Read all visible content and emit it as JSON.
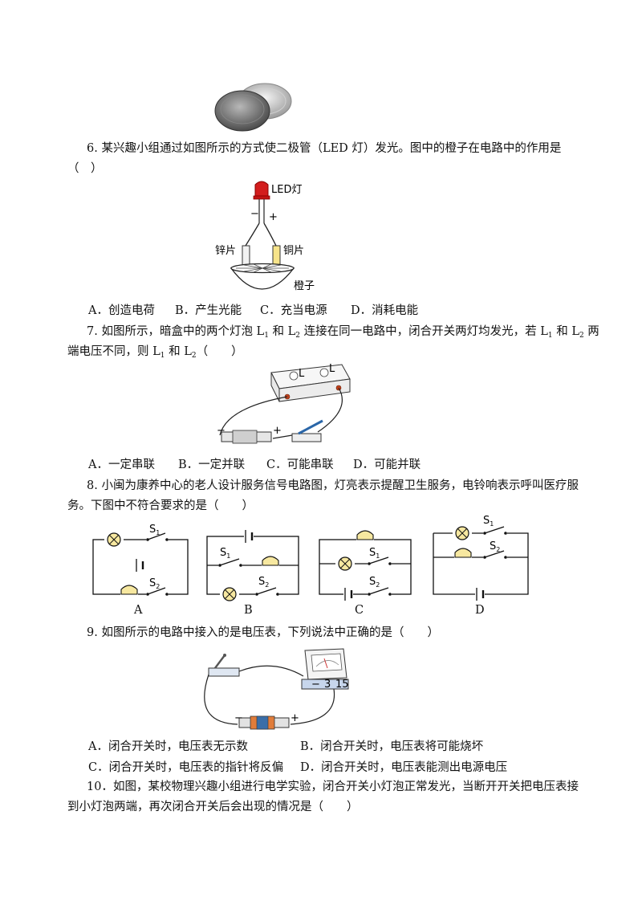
{
  "q6": {
    "stem": "6. 某兴趣小组通过如图所示的方式使二极管（LED 灯）发光。图中的橙子在电路中的作用是",
    "paren": "（　）",
    "figure": {
      "led_label": "LED灯",
      "minus": "−",
      "plus": "+",
      "zinc_label": "锌片",
      "copper_label": "铜片",
      "orange_label": "橙子"
    },
    "options": [
      "A．创造电荷",
      "B．产生光能",
      "C．充当电源",
      "D．消耗电能"
    ]
  },
  "q7": {
    "stem_a": "7. 如图所示，暗盒中的两个灯泡 L",
    "stem_b": " 和 L",
    "stem_c": " 连接在同一电路中，闭合开关两灯均发光，若 L",
    "stem_d": " 和 L",
    "stem_e": " 两",
    "line2_a": "端电压不同，则 L",
    "line2_b": " 和 L",
    "line2_c": "（　　）",
    "sub1": "1",
    "sub2": "2",
    "figure": {
      "l1": "L",
      "l2": "L",
      "minus": "−",
      "plus": "+"
    },
    "options": [
      "A．一定串联",
      "B．一定并联",
      "C．可能串联",
      "D．可能并联"
    ]
  },
  "q8": {
    "line1": "8. 小闽为康养中心的老人设计服务信号电路图，灯亮表示提醒卫生服务，电铃响表示呼叫医疗服",
    "line2": "务。下图中不符合要求的是（　　）",
    "switch": "S",
    "sub1": "1",
    "sub2": "2",
    "labels": [
      "A",
      "B",
      "C",
      "D"
    ]
  },
  "q9": {
    "stem": "9. 如图所示的电路中接入的是电压表，下列说法中正确的是（　　）",
    "figure": {
      "minus": "−",
      "plus": "+",
      "meter_ticks": [
        "−",
        "3",
        "15"
      ]
    },
    "options": [
      "A．闭合开关时，电压表无示数",
      "B．闭合开关时，电压表将可能烧坏",
      "C．闭合开关时，电压表的指针将反偏",
      "D．闭合开关时，电压表能测出电源电压"
    ]
  },
  "q10": {
    "line1": "10．如图，某校物理兴趣小组进行电学实验，闭合开关小灯泡正常发光，当断开开关把电压表接",
    "line2": "到小灯泡两端，再次闭合开关后会出现的情况是（　　）"
  }
}
